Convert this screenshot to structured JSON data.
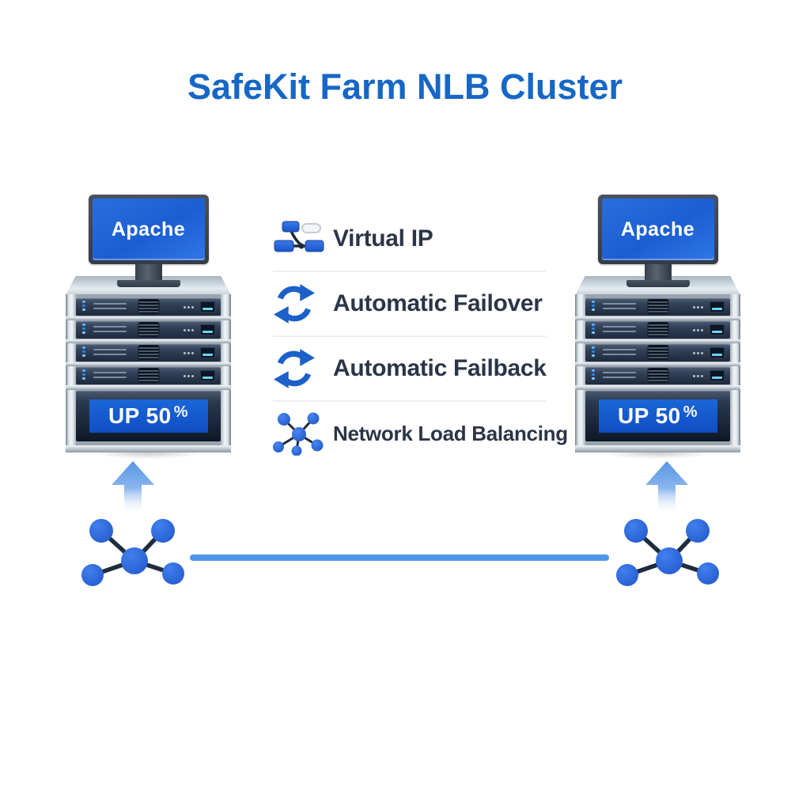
{
  "title": "SafeKit Farm NLB Cluster",
  "colors": {
    "title_blue": "#1667c6",
    "screen_blue": "#1b5ed2",
    "status_blue": "#1459cc",
    "icon_blue": "#1c60ca",
    "node_blue": "#2d66d8",
    "connector_blue": "#4d95e8",
    "text_dark": "#2b3547"
  },
  "servers": [
    {
      "monitor_label": "Apache",
      "status_value": "UP 50",
      "status_suffix": "%",
      "unit_count": 4
    },
    {
      "monitor_label": "Apache",
      "status_value": "UP 50",
      "status_suffix": "%",
      "unit_count": 4
    }
  ],
  "features": [
    {
      "label": "Virtual IP",
      "icon": "virtual-ip-icon"
    },
    {
      "label": "Automatic Failover",
      "icon": "failover-refresh-icon"
    },
    {
      "label": "Automatic Failback",
      "icon": "failback-refresh-icon"
    },
    {
      "label": "Network Load Balancing",
      "icon": "network-load-balancing-icon"
    }
  ]
}
